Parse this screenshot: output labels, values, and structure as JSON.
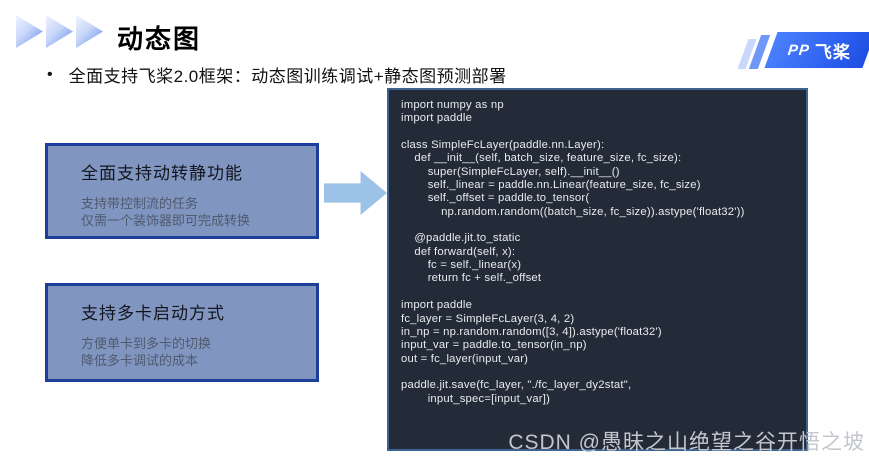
{
  "slide": {
    "title": "动态图",
    "bullet_marker": "•",
    "bullet_text": "全面支持飞桨2.0框架：动态图训练调试+静态图预测部署"
  },
  "logo": {
    "monogram": "PP",
    "name": "飞桨"
  },
  "feature_boxes": [
    {
      "title": "全面支持动转静功能",
      "line1": "支持带控制流的任务",
      "line2": "仅需一个装饰器即可完成转换"
    },
    {
      "title": "支持多卡启动方式",
      "line1": "方便单卡到多卡的切换",
      "line2": "降低多卡调试的成本"
    }
  ],
  "code_panel": {
    "code": "import numpy as np\nimport paddle\n\nclass SimpleFcLayer(paddle.nn.Layer):\n    def __init__(self, batch_size, feature_size, fc_size):\n        super(SimpleFcLayer, self).__init__()\n        self._linear = paddle.nn.Linear(feature_size, fc_size)\n        self._offset = paddle.to_tensor(\n            np.random.random((batch_size, fc_size)).astype('float32'))\n\n    @paddle.jit.to_static\n    def forward(self, x):\n        fc = self._linear(x)\n        return fc + self._offset\n\nimport paddle\nfc_layer = SimpleFcLayer(3, 4, 2)\nin_np = np.random.random([3, 4]).astype('float32')\ninput_var = paddle.to_tensor(in_np)\nout = fc_layer(input_var)\n\npaddle.jit.save(fc_layer, \"./fc_layer_dy2stat\",\n        input_spec=[input_var])"
  },
  "watermark": "CSDN @愚昧之山绝望之谷开悟之坡",
  "colors": {
    "logo_blue": "#2a5df0",
    "logo_stripe_light": "#c9d7fb",
    "logo_stripe_mid": "#6f97f7",
    "chevron_blue": "#5f87ec",
    "box_fill": "#8095c0",
    "box_border": "#1e3f99",
    "box_subtext": "#4f5a6e",
    "arrow_blue": "#9cc3e7",
    "panel_bg": "#242b38",
    "panel_border": "#3d638e",
    "code_text": "#e8ebee",
    "watermark_gray": "#c3c7cd"
  }
}
